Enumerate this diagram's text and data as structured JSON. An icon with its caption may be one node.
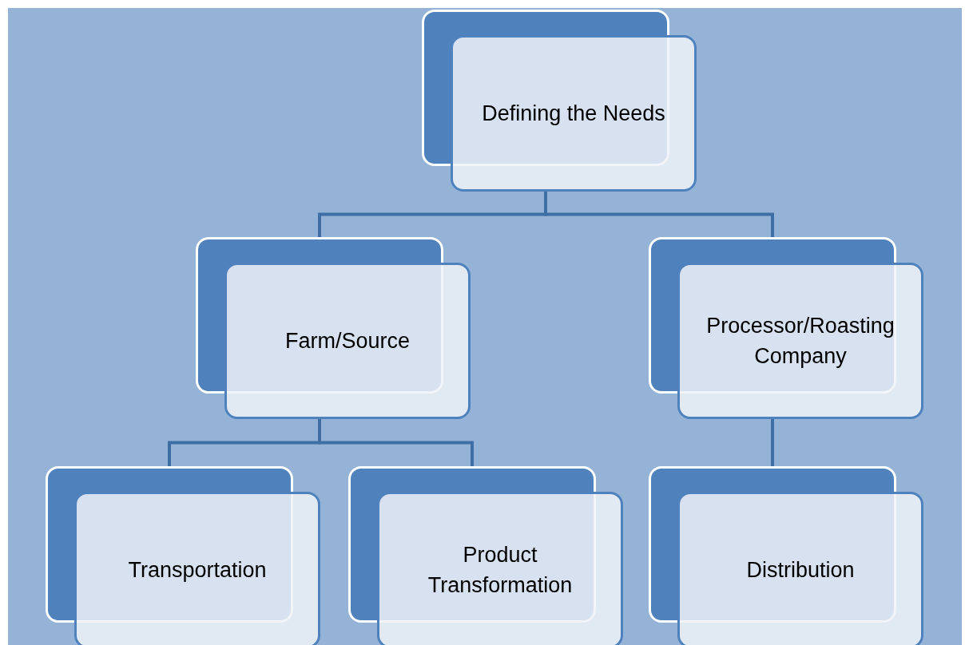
{
  "diagram": {
    "nodes": [
      {
        "text": [
          "Defining the Needs"
        ]
      },
      {
        "text": [
          "Farm/Source"
        ]
      },
      {
        "text": [
          "Processor/Roasting Company"
        ]
      },
      {
        "text": [
          "Transportation"
        ]
      },
      {
        "text": [
          "Product Transformation"
        ]
      },
      {
        "text": [
          "Distribution"
        ]
      }
    ],
    "edges": [
      {
        "from": 0,
        "to": 1,
        "arrow": "none"
      },
      {
        "from": 0,
        "to": 2,
        "arrow": "none"
      },
      {
        "from": 1,
        "to": 3,
        "arrow": "none"
      },
      {
        "from": 1,
        "to": 4,
        "arrow": "none"
      },
      {
        "from": 2,
        "to": 5,
        "arrow": "none"
      }
    ]
  }
}
